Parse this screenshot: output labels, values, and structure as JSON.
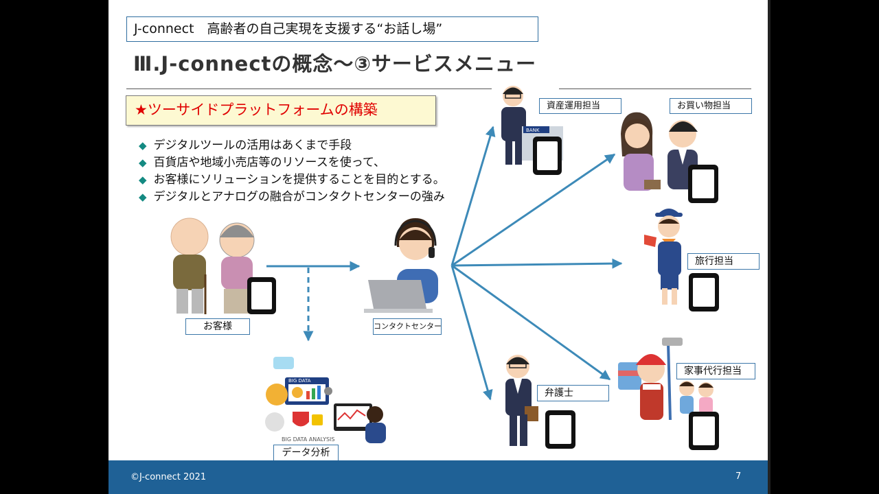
{
  "header": {
    "subtitle": "J-connect　高齢者の自己実現を支援する“お話し場”",
    "title": "Ⅲ.J-connectの概念～③サービスメニュー"
  },
  "highlight": {
    "text": "★ツーサイドプラットフォームの構築"
  },
  "bullets": [
    "デジタルツールの活用はあくまで手段",
    "百貨店や地域小売店等のリソースを使って、",
    "お客様にソリューションを提供することを目的とする。",
    "デジタルとアナログの融合がコンタクトセンターの強み"
  ],
  "bullet_marker": "◆",
  "diagram": {
    "customer": "お客様",
    "contact_center": "コンタクトセンター",
    "data_analysis": "データ分析",
    "asset": "資産運用担当",
    "shopping": "お買い物担当",
    "travel": "旅行担当",
    "lawyer": "弁護士",
    "housework": "家事代行担当",
    "big_data_text": "BIG DATA",
    "big_data_analysis_text": "BIG DATA ANALYSIS",
    "bank_sign": "BANK"
  },
  "footer": {
    "copyright": "©J-connect 2021",
    "page_number": "7"
  },
  "colors": {
    "arrow": "#3d8ab8",
    "footer": "#1f6196",
    "accent_red": "#e00000",
    "bullet": "#148a82"
  }
}
